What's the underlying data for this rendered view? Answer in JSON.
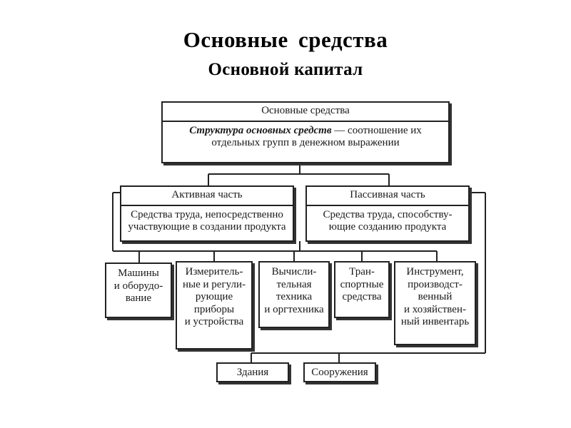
{
  "titles": {
    "main": "Основные  средства",
    "sub": "Основной капитал"
  },
  "top_box": {
    "header": "Основные средства",
    "definition_term": "Структура основных средств",
    "definition_rest": " — соотношение их отдельных групп в денежном выражении"
  },
  "active": {
    "header": "Активная часть",
    "body": "Средства труда, непосредственно участвующие в создании продукта"
  },
  "passive": {
    "header": "Пассивная часть",
    "body": "Средства труда, способству-ющие созданию продукта"
  },
  "groups": [
    {
      "label": "Машины\nи оборудо-\nвание"
    },
    {
      "label": "Измеритель-\nные и регули-\nрующие\nприборы\nи устройства"
    },
    {
      "label": "Вычисли-\nтельная\nтехника\nи оргтехника"
    },
    {
      "label": "Тран-\nспортные\nсредства"
    },
    {
      "label": "Инструмент,\nпроизводст-\nвенный\nи хозяйствен-\nный инвентарь"
    }
  ],
  "bottom": [
    {
      "label": "Здания"
    },
    {
      "label": "Сооружения"
    }
  ]
}
